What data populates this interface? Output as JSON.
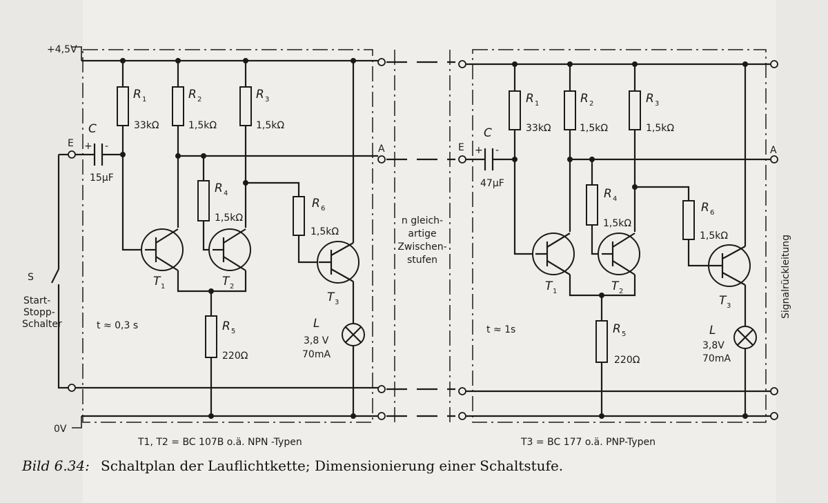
{
  "supply": {
    "plus": "+4,5V",
    "zero": "0V"
  },
  "terminals": {
    "E": "E",
    "A": "A"
  },
  "stage1": {
    "R1": "R",
    "R1_sub": "1",
    "R1_val": "33kΩ",
    "R2": "R",
    "R2_sub": "2",
    "R2_val": "1,5kΩ",
    "R3": "R",
    "R3_sub": "3",
    "R3_val": "1,5kΩ",
    "R4": "R",
    "R4_sub": "4",
    "R4_val": "1,5kΩ",
    "R5": "R",
    "R5_sub": "5",
    "R5_val": "220Ω",
    "R6": "R",
    "R6_sub": "6",
    "R6_val": "1,5kΩ",
    "C": "C",
    "C_plus": "+",
    "C_minus": "-",
    "C_val": "15µF",
    "T1": "T",
    "T1_sub": "1",
    "T2": "T",
    "T2_sub": "2",
    "T3": "T",
    "T3_sub": "3",
    "L": "L",
    "L_volt": "3,8 V",
    "L_curr": "70mA",
    "time": "t ≈ 0,3 s"
  },
  "stage2": {
    "R1": "R",
    "R1_sub": "1",
    "R1_val": "33kΩ",
    "R2": "R",
    "R2_sub": "2",
    "R2_val": "1,5kΩ",
    "R3": "R",
    "R3_sub": "3",
    "R3_val": "1,5kΩ",
    "R4": "R",
    "R4_sub": "4",
    "R4_val": "1,5kΩ",
    "R5": "R",
    "R5_sub": "5",
    "R5_val": "220Ω",
    "R6": "R",
    "R6_sub": "6",
    "R6_val": "1,5kΩ",
    "C": "C",
    "C_plus": "+",
    "C_minus": "-",
    "C_val": "47µF",
    "T1": "T",
    "T1_sub": "1",
    "T2": "T",
    "T2_sub": "2",
    "T3": "T",
    "T3_sub": "3",
    "L": "L",
    "L_volt": "3,8V",
    "L_curr": "70mA",
    "time": "t ≈ 1s"
  },
  "switch": {
    "symbol": "S",
    "line1": "Start-",
    "line2": "Stopp-",
    "line3": "Schalter"
  },
  "middle": {
    "line1": "n gleich-",
    "line2": "artige",
    "line3": "Zwischen-",
    "line4": "stufen"
  },
  "return_line": "Signalrückleitung",
  "types": {
    "npn": "T1, T2 = BC 107B o.ä. NPN -Typen",
    "pnp": "T3 = BC 177 o.ä. PNP-Typen"
  },
  "caption": {
    "label": "Bild 6.34:",
    "text": "Schaltplan der Lauflichtkette; Dimensionierung einer Schaltstufe."
  }
}
